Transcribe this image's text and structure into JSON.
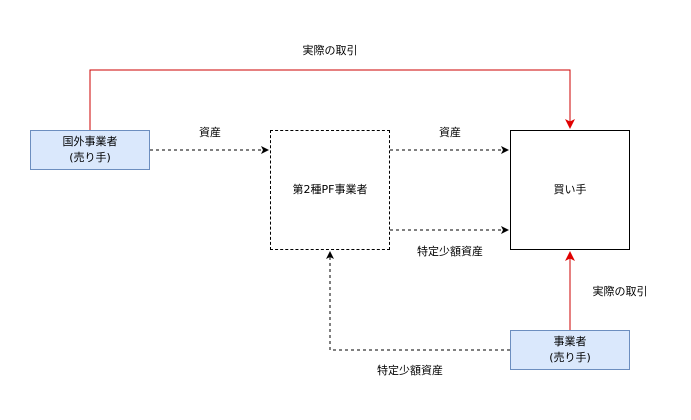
{
  "nodes": {
    "foreign_seller": {
      "label": "国外事業者\n(売り手)",
      "fill": "#dae8fc",
      "stroke": "#6c8ebf"
    },
    "platform": {
      "label": "第2種PF事業者"
    },
    "buyer": {
      "label": "買い手"
    },
    "domestic_seller": {
      "label": "事業者\n(売り手)",
      "fill": "#dae8fc",
      "stroke": "#6c8ebf"
    }
  },
  "edges": {
    "actual_trade_top": "実際の取引",
    "foreign_to_pf": "資産",
    "pf_to_buyer": "資産",
    "pf_to_buyer_small": "特定少額資産",
    "domestic_to_buyer": "実際の取引",
    "domestic_to_pf": "特定少額資産"
  },
  "colors": {
    "actual_trade": "#cc0000",
    "asset_flow": "#000000"
  }
}
